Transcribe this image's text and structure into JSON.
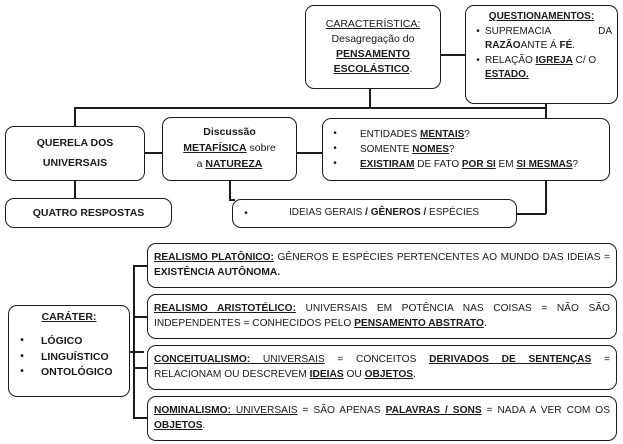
{
  "diagram": {
    "title": "Querela dos Universais",
    "line_color": "#1b1b1b",
    "background": "#ffffff",
    "bullet_glyph": "•"
  },
  "boxes": {
    "caracteristica": {
      "heading": "CARACTERÍSTICA:",
      "line2": "Desagregação do",
      "line3": "PENSAMENTO",
      "line4": "ESCOLÁSTICO",
      "line4_tail": "."
    },
    "questionamentos": {
      "heading": "QUESTIONAMENTOS:",
      "items": [
        {
          "a": "SUPREMACIA",
          "b": "DA",
          "c": "RAZÃO",
          "d": "ANTE Á ",
          "e": "FÉ",
          "f": "."
        },
        {
          "a": "RELAÇÃO ",
          "b": "IGREJA",
          "c": " C/ O ",
          "d": "ESTADO."
        }
      ]
    },
    "querela": {
      "line1": "QUERELA DOS",
      "line2": "UNIVERSAIS"
    },
    "quatro": {
      "label": "QUATRO RESPOSTAS"
    },
    "discussao": {
      "line1": "Discussão",
      "line2a": "METAFÍSICA",
      "line2b": " sobre",
      "line3a": "a ",
      "line3b": "NATUREZA"
    },
    "entidades": {
      "items": [
        {
          "a": "ENTIDADES ",
          "b": "MENTAIS",
          "c": "?"
        },
        {
          "a": "SOMENTE ",
          "b": "NOMES",
          "c": "?"
        },
        {
          "a": "EXISTIRAM",
          "b": " DE FATO ",
          "c": "POR SI",
          "d": " EM ",
          "e": "SI MESMAS",
          "f": "?"
        }
      ]
    },
    "ideias": {
      "a": "IDEIAS GERAIS ",
      "b": "/ GÊNEROS /",
      "c": " ESPÉCIES"
    },
    "carater": {
      "heading": "CARÁTER:",
      "items": [
        "LÓGICO",
        "LINGUÍSTICO",
        "ONTOLÓGICO"
      ]
    },
    "platonico": {
      "term": "REALISMO PLATÔNICO:",
      "body1": " GÊNEROS E ESPÉCIES PERTENCENTES AO MUNDO DAS IDEIAS = ",
      "strong": "EXISTÊNCIA AUTÔNOMA.",
      "body2": ""
    },
    "aristotelico": {
      "term": "REALISMO ARISTOTÉLICO:",
      "body1": " UNIVERSAIS EM POTÊNCIA NAS COISAS = NÃO SÃO INDEPENDENTES = CONHECIDOS PELO ",
      "strong": "PENSAMENTO ABSTRATO",
      "body2": "."
    },
    "conceitualismo": {
      "term": "CONCEITUALISMO:",
      "body1": " UNIVERSAIS",
      "mid1": " = CONCEITOS ",
      "strong": "DERIVADOS DE SENTENÇAS",
      "mid2": " = RELACIONAM OU DESCREVEM ",
      "strong2": "IDEIAS",
      "mid3": " OU ",
      "strong3": "OBJETOS",
      "body2": "."
    },
    "nominalismo": {
      "term": "NOMINALISMO:",
      "body1": " UNIVERSAIS",
      "mid1": " = SÃO APENAS ",
      "strong": "PALAVRAS / SONS",
      "mid2": " = NADA A VER COM OS ",
      "strong2": "OBJETOS",
      "body2": "."
    }
  }
}
